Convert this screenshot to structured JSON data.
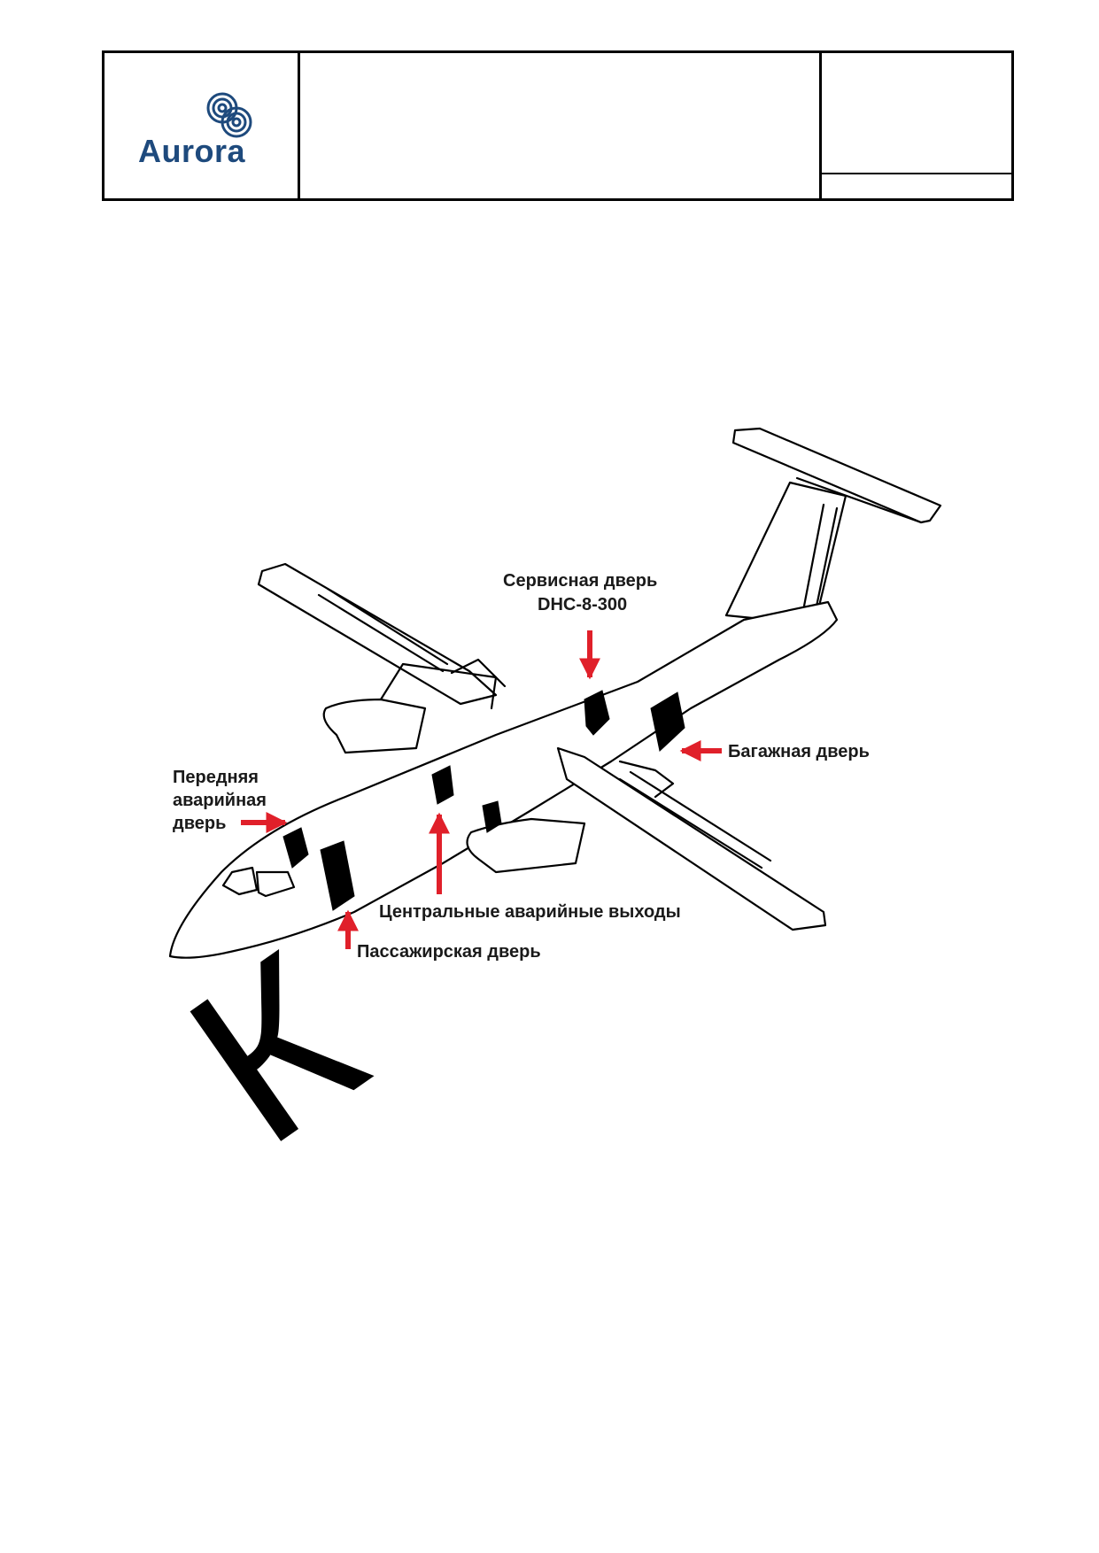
{
  "header": {
    "logo_text": "Aurora",
    "logo_icon": "aurora-rings-icon",
    "title": "",
    "doc_code": "",
    "page_info": ""
  },
  "figure": {
    "labels": {
      "service_door_line1": "Сервисная дверь",
      "service_door_line2": "DHC-8-300",
      "baggage_door": "Багажная дверь",
      "front_exit_line1": "Передняя",
      "front_exit_line2": "аварийная",
      "front_exit_line3": "дверь",
      "center_exits": "Центральные аварийные выходы",
      "passenger_door": "Пассажирская дверь"
    },
    "watermark": "К"
  },
  "colors": {
    "brand": "#1e4a7d",
    "arrow": "#e0202a",
    "line": "#000000"
  }
}
